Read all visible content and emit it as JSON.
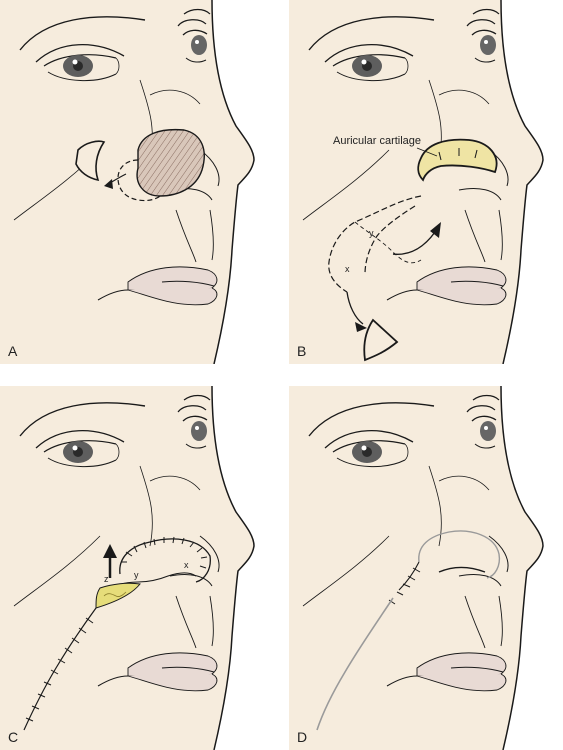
{
  "panels": [
    {
      "label": "A"
    },
    {
      "label": "B",
      "annotation": "Auricular cartilage",
      "markers": [
        "x",
        "y"
      ]
    },
    {
      "label": "C",
      "markers": [
        "z",
        "y",
        "x"
      ]
    },
    {
      "label": "D"
    }
  ],
  "colors": {
    "skin": "#f6ecdd",
    "lip": "#e8dad4",
    "cartilage": "#efe4a4",
    "defect": "#d8c6b8",
    "graft_yellow": "#e6dd7a",
    "line": "#1a1a1a"
  }
}
